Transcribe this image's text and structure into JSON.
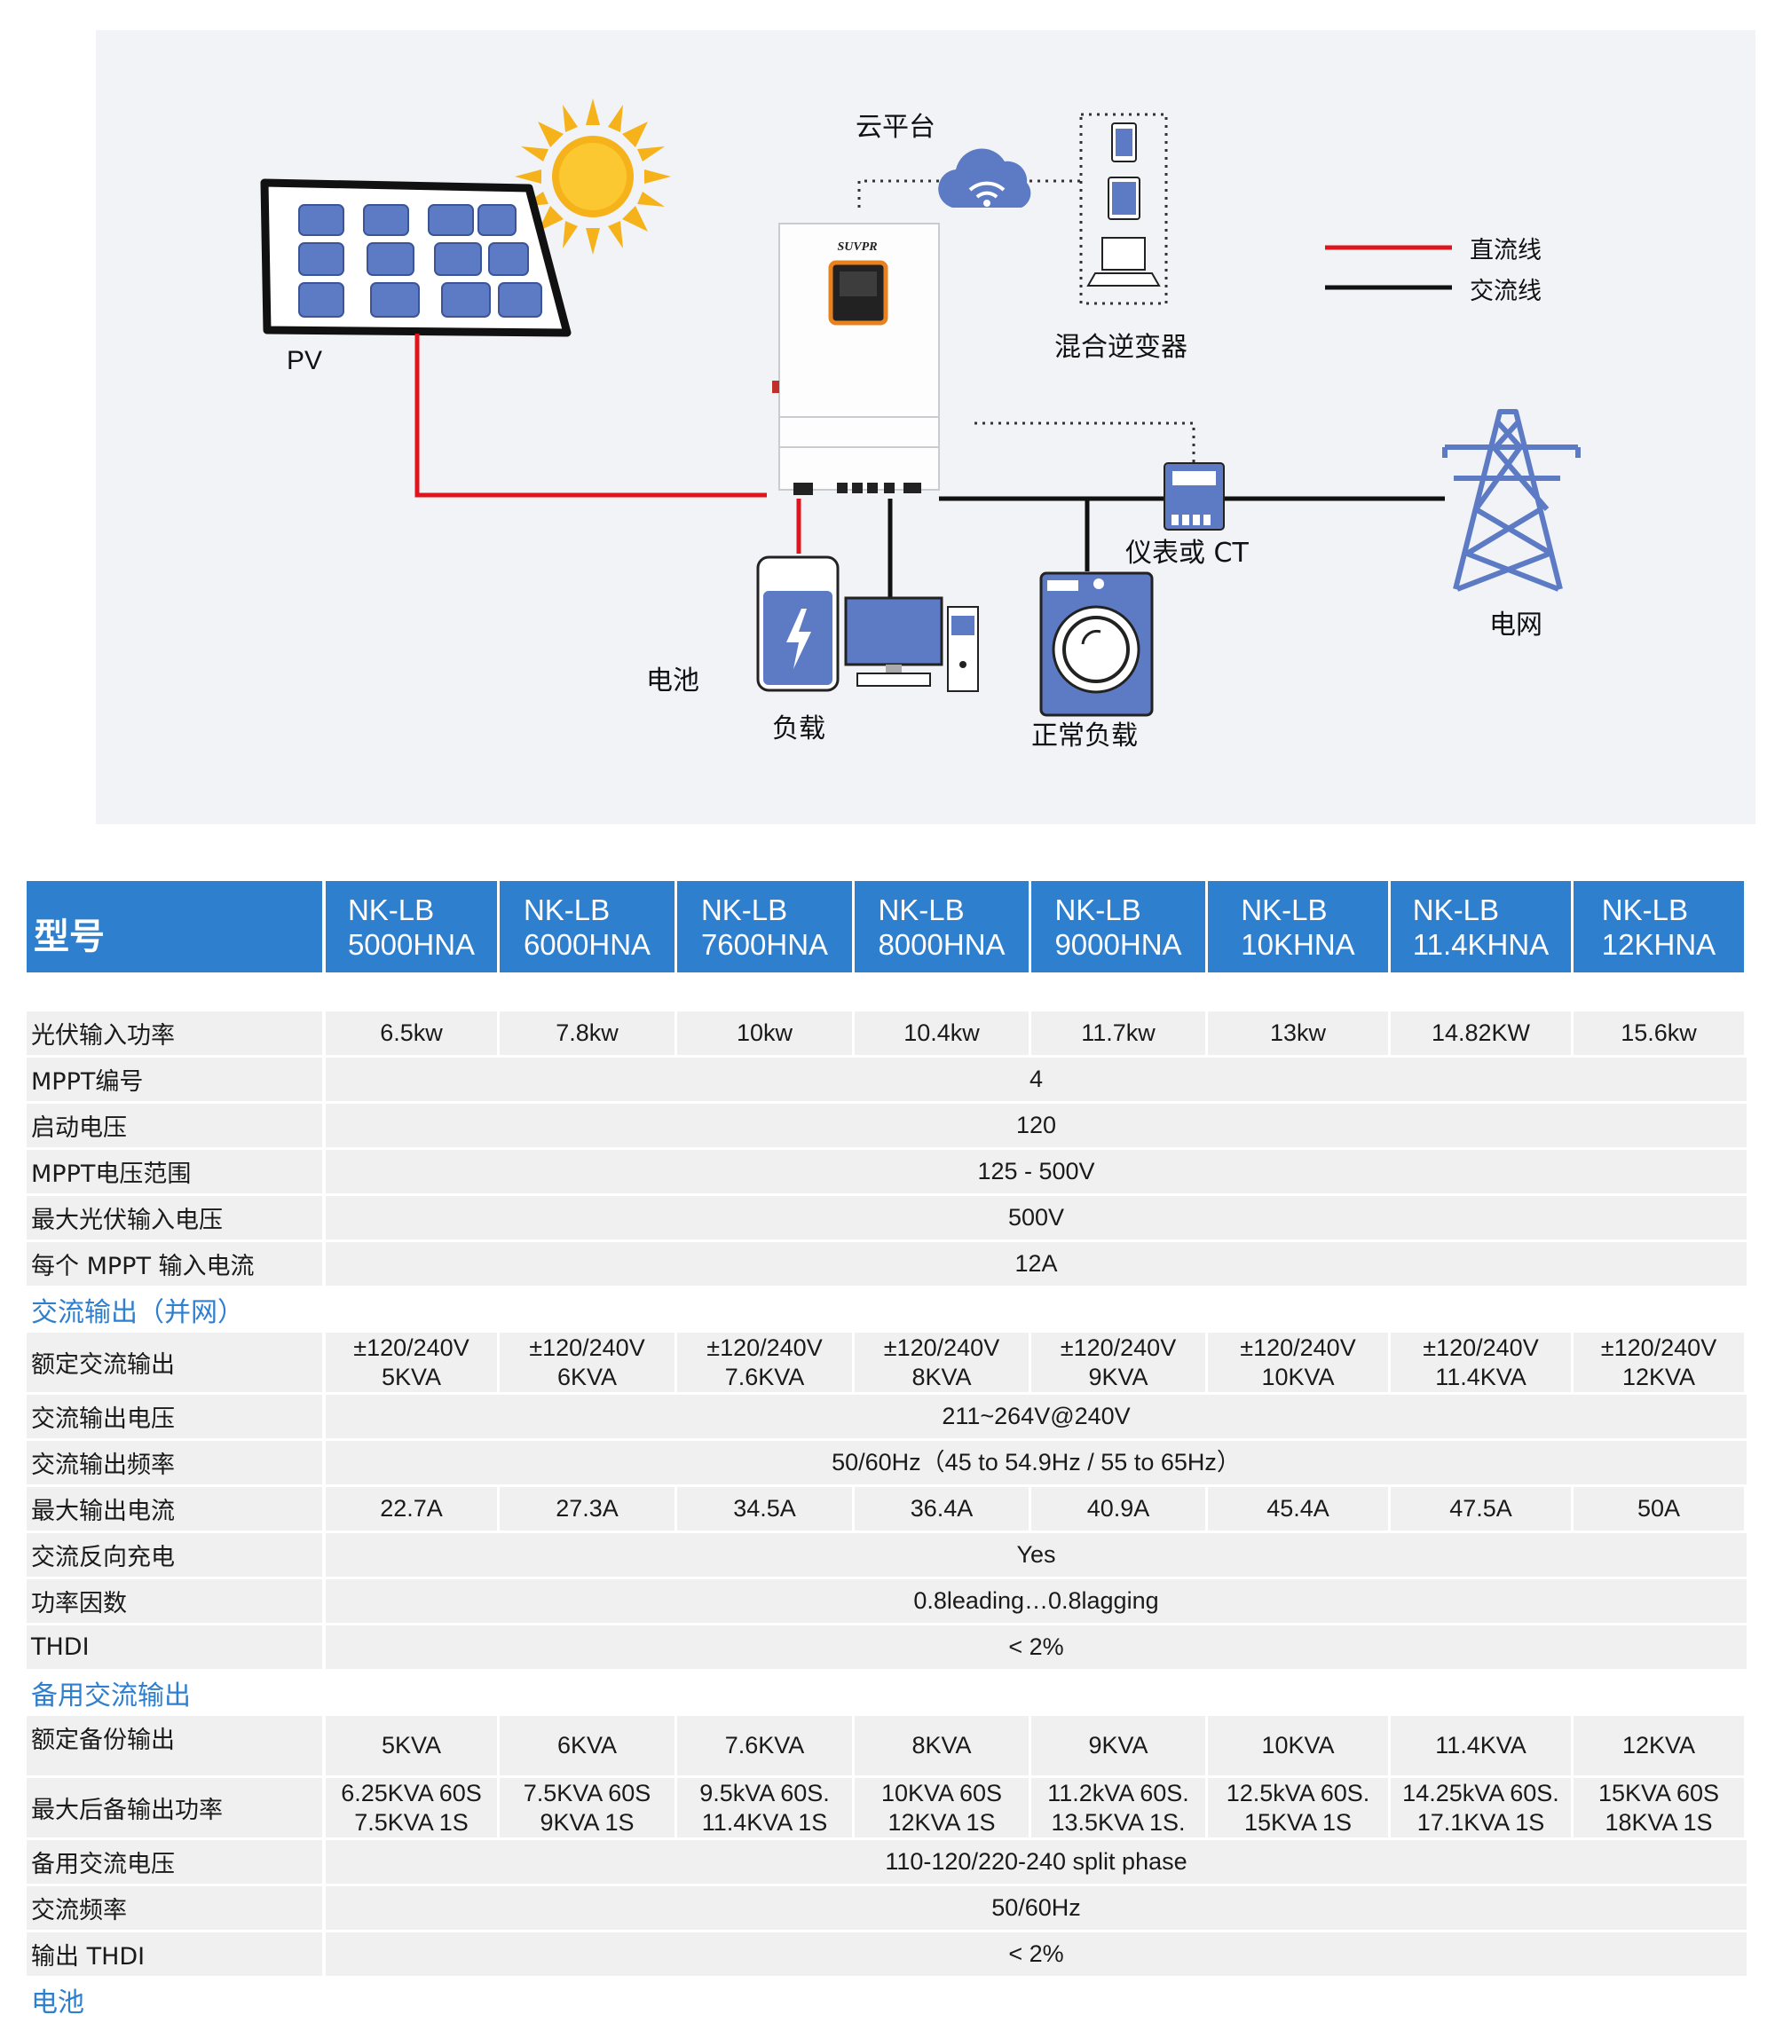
{
  "diagram": {
    "labels": {
      "pv": "PV",
      "cloud": "云平台",
      "inverter": "混合逆变器",
      "battery": "电池",
      "load": "负载",
      "normal_load": "正常负载",
      "meter": "仪表或 CT",
      "grid": "电网",
      "brand": "SUVPR"
    },
    "legend": [
      {
        "label": "直流线",
        "color": "#e0141c"
      },
      {
        "label": "交流线",
        "color": "#111111"
      }
    ]
  },
  "table": {
    "header_label": "型号",
    "models": [
      [
        "NK-LB",
        "5000HNA"
      ],
      [
        "NK-LB",
        "6000HNA"
      ],
      [
        "NK-LB",
        "7600HNA"
      ],
      [
        "NK-LB",
        "8000HNA"
      ],
      [
        "NK-LB",
        "9000HNA"
      ],
      [
        "NK-LB",
        "10KHNA"
      ],
      [
        "NK-LB",
        "11.4KHNA"
      ],
      [
        "NK-LB",
        "12KHNA"
      ]
    ],
    "rows": [
      {
        "type": "row",
        "label": "光伏输入功率",
        "values": [
          "6.5kw",
          "7.8kw",
          "10kw",
          "10.4kw",
          "11.7kw",
          "13kw",
          "14.82KW",
          "15.6kw"
        ]
      },
      {
        "type": "row",
        "label": "MPPT编号",
        "value": "4"
      },
      {
        "type": "row",
        "label": "启动电压",
        "value": "120"
      },
      {
        "type": "row",
        "label": "MPPT电压范围",
        "value": "125 - 500V"
      },
      {
        "type": "row",
        "label": "最大光伏输入电压",
        "value": "500V"
      },
      {
        "type": "row",
        "label": "每个 MPPT 输入电流",
        "value": "12A"
      },
      {
        "type": "section",
        "label": "交流输出（并网）"
      },
      {
        "type": "row",
        "label": "额定交流输出",
        "tall": true,
        "values": [
          [
            "±120/240V",
            "5KVA"
          ],
          [
            "±120/240V",
            "6KVA"
          ],
          [
            "±120/240V",
            "7.6KVA"
          ],
          [
            "±120/240V",
            "8KVA"
          ],
          [
            "±120/240V",
            "9KVA"
          ],
          [
            "±120/240V",
            "10KVA"
          ],
          [
            "±120/240V",
            "11.4KVA"
          ],
          [
            "±120/240V",
            "12KVA"
          ]
        ]
      },
      {
        "type": "row",
        "label": "交流输出电压",
        "value": "211~264V@240V"
      },
      {
        "type": "row",
        "label": "交流输出频率",
        "value": "50/60Hz（45 to 54.9Hz / 55 to 65Hz）"
      },
      {
        "type": "row",
        "label": "最大输出电流",
        "values": [
          "22.7A",
          "27.3A",
          "34.5A",
          "36.4A",
          "40.9A",
          "45.4A",
          "47.5A",
          "50A"
        ]
      },
      {
        "type": "row",
        "label": "交流反向充电",
        "value": "Yes"
      },
      {
        "type": "row",
        "label": "功率因数",
        "value": "0.8leading…0.8lagging"
      },
      {
        "type": "row",
        "label": "THDI",
        "value": "< 2%"
      },
      {
        "type": "section",
        "label": "备用交流输出"
      },
      {
        "type": "row",
        "label": "额定备份输出",
        "tall": true,
        "label_top": true,
        "values": [
          "5KVA",
          "6KVA",
          "7.6KVA",
          "8KVA",
          "9KVA",
          "10KVA",
          "11.4KVA",
          "12KVA"
        ]
      },
      {
        "type": "row",
        "label": "最大后备输出功率",
        "tall": true,
        "values": [
          [
            "6.25KVA 60S",
            "7.5KVA 1S"
          ],
          [
            "7.5KVA 60S",
            "9KVA 1S"
          ],
          [
            "9.5kVA 60S.",
            "11.4KVA 1S"
          ],
          [
            "10KVA 60S",
            "12KVA 1S"
          ],
          [
            "11.2kVA 60S.",
            "13.5KVA 1S."
          ],
          [
            "12.5kVA 60S.",
            "15KVA 1S"
          ],
          [
            "14.25kVA 60S.",
            "17.1KVA 1S"
          ],
          [
            "15KVA 60S",
            "18KVA 1S"
          ]
        ]
      },
      {
        "type": "row",
        "label": "备用交流电压",
        "value": "110-120/220-240 split phase"
      },
      {
        "type": "row",
        "label": "交流频率",
        "value": "50/60Hz"
      },
      {
        "type": "row",
        "label": "输出 THDI",
        "value": "< 2%"
      },
      {
        "type": "section",
        "label": "电池"
      }
    ]
  }
}
